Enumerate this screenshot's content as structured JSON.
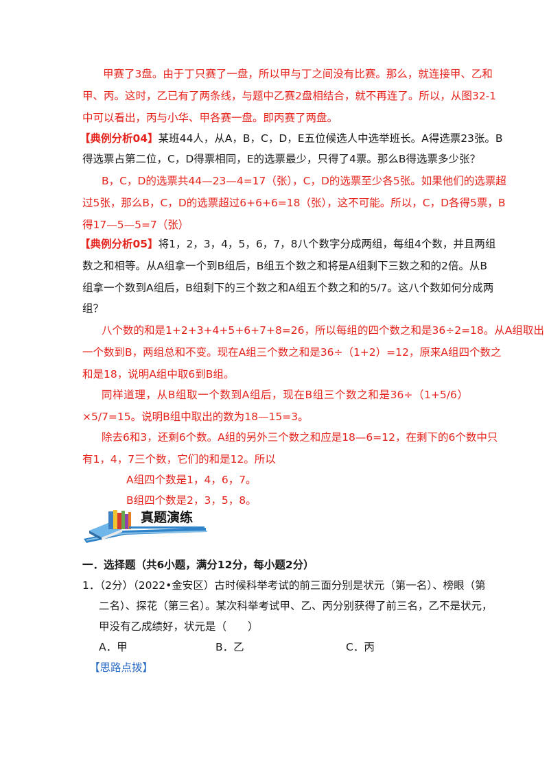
{
  "paragraphs": {
    "p1_l1": "甲赛了3盘。由于丁只赛了一盘，所以甲与丁之间没有比赛。那么，就连接甲、乙和",
    "p1_l2": "甲、丙。这时，乙已有了两条线，与题中乙赛2盘相结合，就不再连了。所以，从图32-1",
    "p1_l3": "中可以看出，丙与小华、甲各赛一盘。即丙赛了两盘。",
    "ex4_tag": "【典例分析04】",
    "ex4_l1": "某班44人，从A，B，C，D，E五位候选人中选举班长。A得选票23张。B",
    "ex4_l2": "得选票占第二位，C，D得票相同，E的选票最少，只得了4票。那么B得选票多少张？",
    "ex4_a_l1": "B，C，D的选票共44—23—4=17（张），C，D的选票至少各5张。如果他们的选票超",
    "ex4_a_l2": "过5张，那么B，C，D的选票超过6+6+6=18（张），这不可能。所以，C，D各得5票，B",
    "ex4_a_l3": "得17—5—5=7（张）",
    "ex5_tag": "【典例分析05】",
    "ex5_l1": "将1，2，3，4，5，6，7，8八个数字分成两组，每组4个数，并且两组",
    "ex5_l2": "数之和相等。从A组拿一个到B组后，B组五个数之和将是A组剩下三数之和的2倍。从B",
    "ex5_l3": "组拿一个数到A组后，B组剩下的三个数之和A组五个数之和的5/7。这八个数如何分成两",
    "ex5_l4": "组？",
    "ex5_a1_l1": "八个数的和是1+2+3+4+5+6+7+8=26，所以每组的四个数之和是36÷2=18。从A组取出",
    "ex5_a1_l2": "一个数到B，两组总和不变。现在A组三个数之和是36÷（1+2）=12，原来A组四个数之",
    "ex5_a1_l3": "和是18，说明A组中取6到B组。",
    "ex5_a2_l1": "同样道理，从B组取一个数到A组后，现在B组三个数之和是36÷（1+5/6）",
    "ex5_a2_l2": "×5/7=15。说明B组中取出的数为18—15=3。",
    "ex5_a3_l1": "除去6和3，还剩6个数。A组的另外三个数之和应是18—6=12，在剩下的6个数中只",
    "ex5_a3_l2": "有1，4，7三个数，它们的和是12。所以",
    "groupA": "A组四个数是1，4，6，7。",
    "groupB": "B组四个数是2，3，5，8。"
  },
  "section_heading": "真题演练",
  "exercise": {
    "section_title": "一．选择题（共6小题，满分12分，每小题2分）",
    "q1_l1": "1．（2分）（2022•金安区）古时候科举考试的前三面分别是状元（第一名）、榜眼（第",
    "q1_l2": "二名）、探花（第三名）。某次科举考试甲、乙、丙分别获得了前三名，乙不是状元，",
    "q1_l3": "甲没有乙成绩好，状元是（　　）",
    "optA": "A．甲",
    "optB": "B．乙",
    "optC": "C．丙",
    "hint": "【思路点拨】"
  },
  "colors": {
    "red": "#e5231d",
    "blue": "#2b6cc4",
    "accent": "#2f84c9"
  },
  "icons": {
    "heading": "books-stack-icon"
  }
}
